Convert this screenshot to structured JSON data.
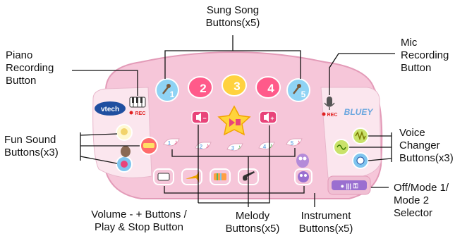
{
  "callouts": {
    "sung_song": [
      "Sung Song",
      "Buttons(x5)"
    ],
    "piano_recording": [
      "Piano",
      "Recording",
      "Button"
    ],
    "mic_recording": [
      "Mic",
      "Recording",
      "Button"
    ],
    "fun_sound": [
      "Fun Sound",
      "Buttons(x3)"
    ],
    "voice_changer": [
      "Voice",
      "Changer",
      "Buttons(x3)"
    ],
    "off_mode_selector": [
      "Off/Mode 1/",
      "Mode 2",
      "Selector"
    ],
    "volume_play_stop": [
      "Volume - + Buttons /",
      "Play & Stop Button"
    ],
    "melody": [
      "Melody",
      "Buttons(x5)"
    ],
    "instrument": [
      "Instrument",
      "Buttons(x5)"
    ]
  },
  "device": {
    "brand_logo": "vtech",
    "character_logo": "BLUEY",
    "rec_label": "REC",
    "sung_song_numbers": [
      "1",
      "2",
      "3",
      "4",
      "5"
    ],
    "melody_numbers": [
      "1",
      "2",
      "3",
      "4",
      "5"
    ],
    "volume_down_label": "−",
    "volume_up_label": "+",
    "selector_label": "● ||| ⚿"
  },
  "colors": {
    "device_body": "#f6c6d9",
    "device_edge": "#e39bb8",
    "side_panel": "#fbe6ee",
    "leader_line": "#111111",
    "star": "#ffd43b",
    "song_1": "#8fd3f4",
    "song_2": "#ff5a8a",
    "song_3": "#ffd23f",
    "song_4": "#ff5a8a",
    "song_5": "#8fd3f4",
    "volume_button": "#e8447a",
    "melody_note": "#7fb3e8",
    "voice_green": "#c9e26a",
    "voice_blue": "#7fc5ef",
    "selector": "#9a6fd0"
  }
}
